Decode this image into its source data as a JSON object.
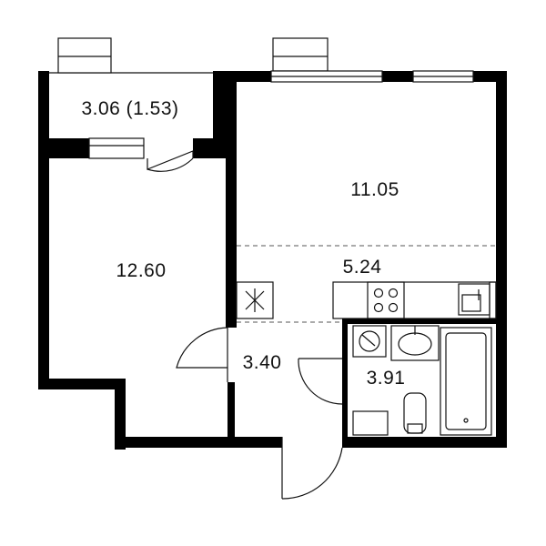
{
  "plan": {
    "accent_color": "#000000",
    "rooms": [
      {
        "id": "balcony",
        "label": "3.06 (1.53)"
      },
      {
        "id": "bedroom",
        "label": "12.60"
      },
      {
        "id": "living",
        "label": "11.05"
      },
      {
        "id": "kitchen",
        "label": "5.24"
      },
      {
        "id": "hall",
        "label": "3.40"
      },
      {
        "id": "bathroom",
        "label": "3.91"
      }
    ],
    "icons": [
      "window-icon",
      "door-swing-icon",
      "stove-icon",
      "sink-icon",
      "washing-machine-icon",
      "toilet-icon",
      "bathtub-icon",
      "fan-icon"
    ]
  }
}
